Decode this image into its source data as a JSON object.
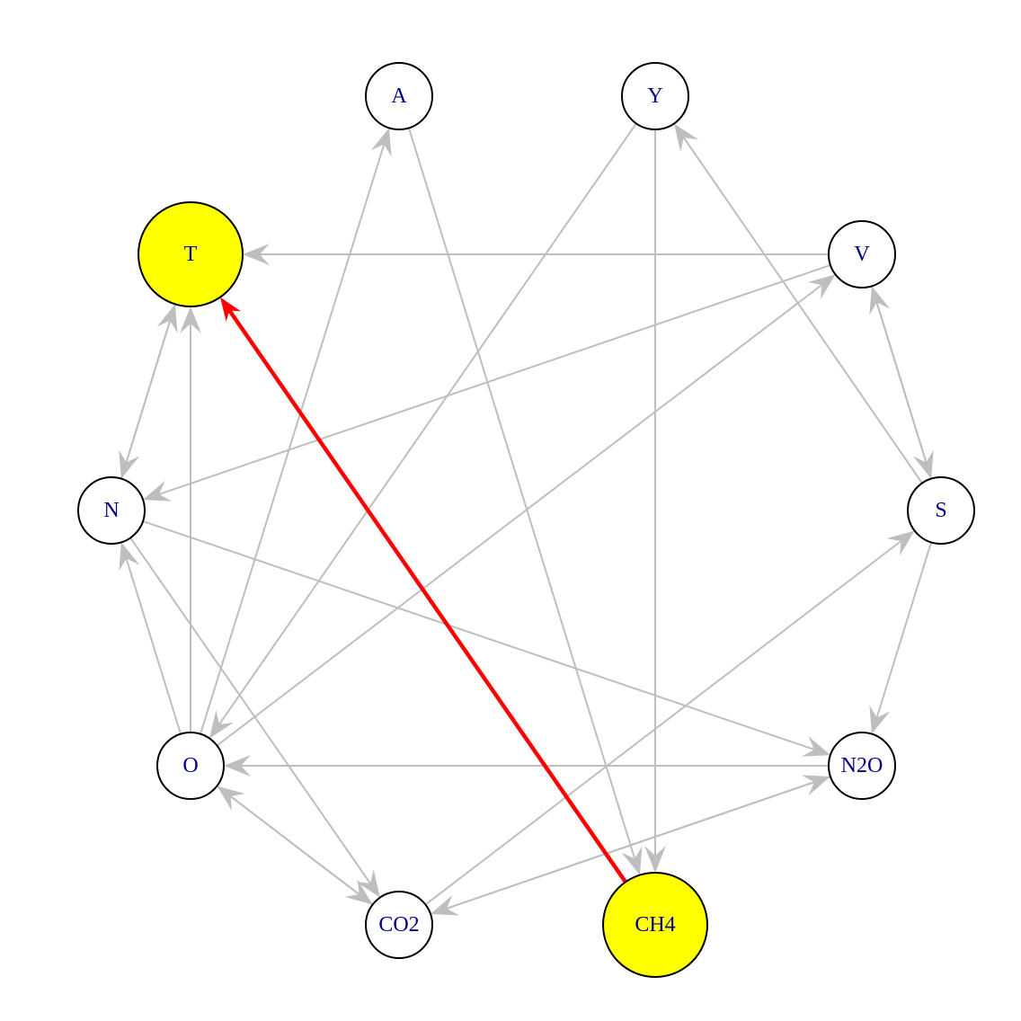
{
  "graph": {
    "nodes": [
      {
        "id": "A",
        "label": "A",
        "highlight": false
      },
      {
        "id": "Y",
        "label": "Y",
        "highlight": false
      },
      {
        "id": "T",
        "label": "T",
        "highlight": true
      },
      {
        "id": "V",
        "label": "V",
        "highlight": false
      },
      {
        "id": "N",
        "label": "N",
        "highlight": false
      },
      {
        "id": "S",
        "label": "S",
        "highlight": false
      },
      {
        "id": "O",
        "label": "O",
        "highlight": false
      },
      {
        "id": "N2O",
        "label": "N2O",
        "highlight": false
      },
      {
        "id": "CO2",
        "label": "CO2",
        "highlight": false
      },
      {
        "id": "CH4",
        "label": "CH4",
        "highlight": true
      }
    ],
    "edges": [
      {
        "from": "CH4",
        "to": "T",
        "highlight": true
      },
      {
        "from": "V",
        "to": "T"
      },
      {
        "from": "O",
        "to": "T"
      },
      {
        "from": "N",
        "to": "T"
      },
      {
        "from": "T",
        "to": "N"
      },
      {
        "from": "O",
        "to": "A"
      },
      {
        "from": "A",
        "to": "CH4"
      },
      {
        "from": "Y",
        "to": "O"
      },
      {
        "from": "Y",
        "to": "CH4"
      },
      {
        "from": "S",
        "to": "Y"
      },
      {
        "from": "V",
        "to": "N"
      },
      {
        "from": "O",
        "to": "V"
      },
      {
        "from": "S",
        "to": "V"
      },
      {
        "from": "V",
        "to": "S"
      },
      {
        "from": "O",
        "to": "N"
      },
      {
        "from": "N",
        "to": "N2O"
      },
      {
        "from": "N",
        "to": "CO2"
      },
      {
        "from": "CO2",
        "to": "S"
      },
      {
        "from": "S",
        "to": "N2O"
      },
      {
        "from": "N2O",
        "to": "O"
      },
      {
        "from": "O",
        "to": "CO2"
      },
      {
        "from": "CO2",
        "to": "O"
      },
      {
        "from": "CO2",
        "to": "N2O"
      },
      {
        "from": "N2O",
        "to": "CO2"
      }
    ],
    "colors": {
      "edge": "#bebebe",
      "highlight_edge": "#ff0000",
      "highlight_fill": "#ffff00",
      "node_fill": "#ffffff",
      "node_stroke": "#000000",
      "label": "#00008b"
    }
  }
}
